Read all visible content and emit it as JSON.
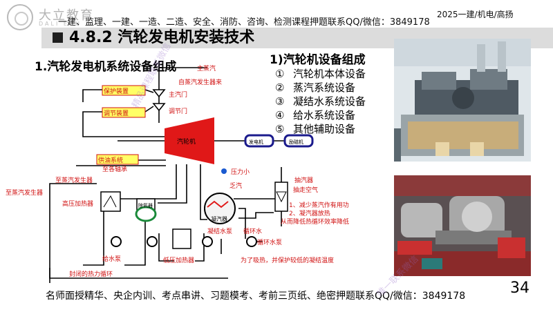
{
  "logo": {
    "cn": "大立教育",
    "en": "DALI EDU"
  },
  "header": {
    "courses": "一建、监理、一建、一造、二造、安全、消防、咨询、检测课程押题联系QQ/微信：3849178",
    "right": "2025一建/机电/高扬"
  },
  "slide": {
    "title": "4.8.2 汽轮发电机安装技术",
    "subtitle": "1.汽轮发电机系统设备组成"
  },
  "equipment_list": {
    "heading": "1)汽轮机设备组成",
    "items": [
      {
        "num": "①",
        "label": "汽轮机本体设备"
      },
      {
        "num": "②",
        "label": "蒸汽系统设备"
      },
      {
        "num": "③",
        "label": "凝结水系统设备"
      },
      {
        "num": "④",
        "label": "给水系统设备"
      },
      {
        "num": "⑤",
        "label": "其他辅助设备"
      }
    ]
  },
  "diagram": {
    "main_steam": "主蒸汽",
    "from_boiler": "自蒸汽发生器来",
    "protection": "保护装置",
    "regulation": "调节装置",
    "main_valve": "主汽门",
    "control_valve": "调节门",
    "turbine": "汽轮机",
    "generator": "发电机",
    "exciter": "励磁机",
    "oil_system": "供油系统",
    "to_bearings": "至各轴承",
    "to_steam_gen": "至蒸汽发生器",
    "to_steam_gen_side": "至蒸汽发生器",
    "hp_heater": "高压加热器",
    "deaerator": "除氧器",
    "feed_pump": "给水泵",
    "lp_heater": "低压加热器",
    "condensate_pump": "凝结水泵",
    "condenser": "凝汽器",
    "pressure": "压力小",
    "exhaust": "乏汽",
    "ejector": "抽汽器",
    "extract_air": "抽走空气",
    "circ_water": "循环水",
    "circ_pump": "循环水泵",
    "note1": "1、减少蒸汽作有用功",
    "note2": "2、凝汽器放热",
    "note3": "从而降低热循环效率降低",
    "note4": "为了吸热，并保护较低的凝结温度",
    "closed_cycle": "封闭的热力循环"
  },
  "footer": {
    "text": "名师面授精华、央企内训、考点串讲、习题模考、考前三页纸、绝密押题联系QQ/微信：3849178",
    "page": "34"
  },
  "watermarks": {
    "w1": "精品课程联系微信",
    "w2": "唯一联系微信"
  },
  "colors": {
    "accent_red": "#d01010",
    "diagram_yellow": "#ffff66",
    "generator_blue": "#1a1a8c",
    "pump_green": "#1a8a3a"
  }
}
